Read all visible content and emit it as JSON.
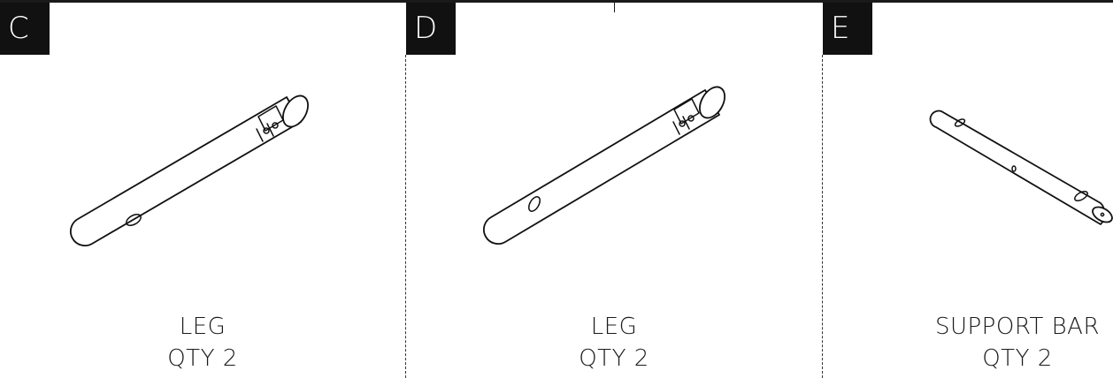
{
  "parts": [
    {
      "letter": "C",
      "name": "LEG",
      "qty": "QTY 2",
      "icon": "leg-tube-icon"
    },
    {
      "letter": "D",
      "name": "LEG",
      "qty": "QTY 2",
      "icon": "leg-tube-icon"
    },
    {
      "letter": "E",
      "name": "SUPPORT BAR",
      "qty": "QTY 2",
      "icon": "support-bar-tube-icon"
    }
  ]
}
